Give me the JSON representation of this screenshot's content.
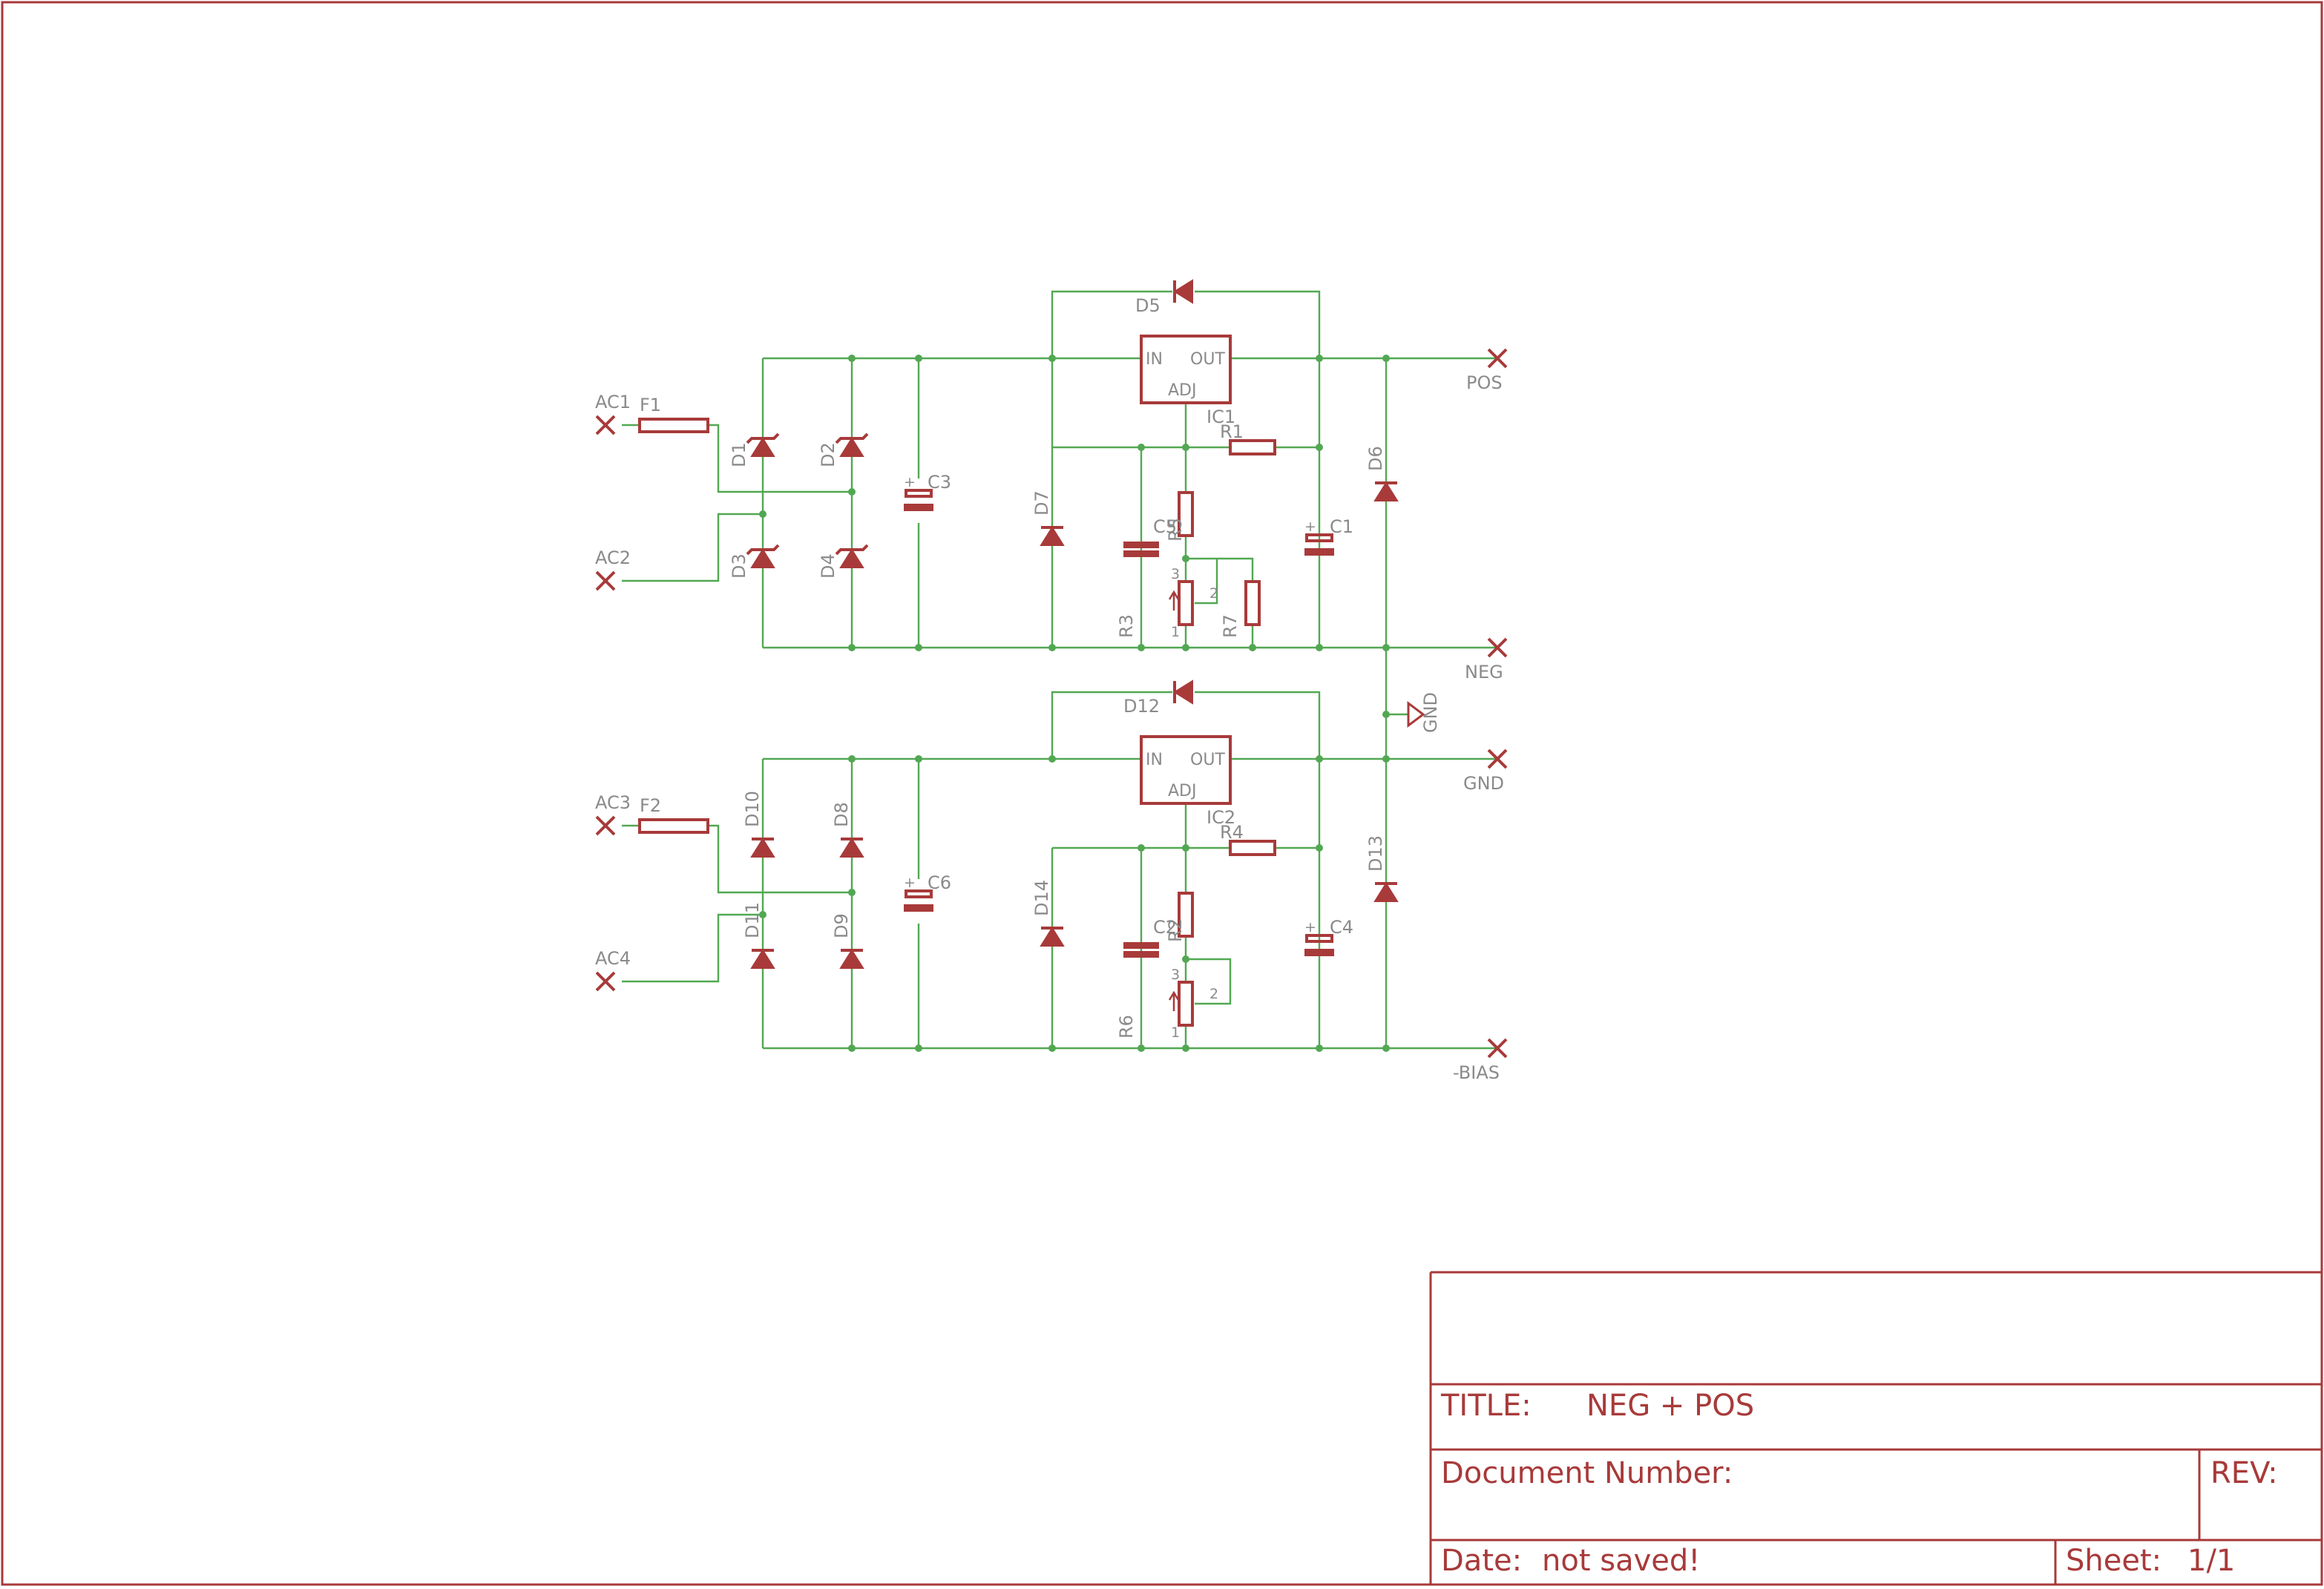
{
  "title_block": {
    "title_label": "TITLE:",
    "title": "NEG + POS",
    "document_number_label": "Document Number:",
    "rev_label": "REV:",
    "date_label": "Date:",
    "date": "not saved!",
    "sheet_label": "Sheet:",
    "sheet": "1/1"
  },
  "nets": {
    "pos": "POS",
    "neg": "NEG",
    "gnd": "GND",
    "bias": "-BIAS",
    "ac1": "AC1",
    "ac2": "AC2",
    "ac3": "AC3",
    "ac4": "AC4"
  },
  "parts": {
    "F1": "F1",
    "F2": "F2",
    "D1": "D1",
    "D2": "D2",
    "D3": "D3",
    "D4": "D4",
    "D5": "D5",
    "D6": "D6",
    "D7": "D7",
    "D8": "D8",
    "D9": "D9",
    "D10": "D10",
    "D11": "D11",
    "D12": "D12",
    "D13": "D13",
    "D14": "D14",
    "C1": "C1",
    "C2": "C2",
    "C3": "C3",
    "C4": "C4",
    "C5": "C5",
    "C6": "C6",
    "R1": "R1",
    "R2": "R2",
    "R3": "R3",
    "R4": "R4",
    "R5": "R5",
    "R6": "R6",
    "R7": "R7",
    "IC1": "IC1",
    "IC2": "IC2",
    "GND": "GND"
  },
  "pins": {
    "in": "IN",
    "out": "OUT",
    "adj": "ADJ",
    "p1": "1",
    "p2": "2",
    "p3": "3",
    "plus": "+"
  },
  "colors": {
    "wire": "#52a852",
    "symbol": "#a83a3a",
    "label": "#8a8a8a"
  }
}
